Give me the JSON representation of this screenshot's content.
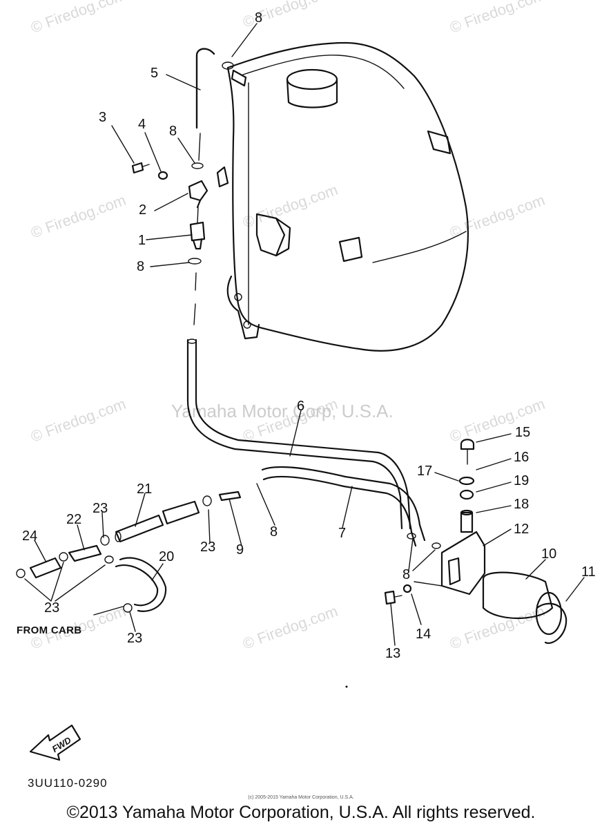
{
  "watermarks": {
    "site": "© Firedog.com",
    "brand": "Yamaha Motor Corp, U.S.A."
  },
  "callouts": [
    "1",
    "2",
    "3",
    "4",
    "5",
    "6",
    "7",
    "8",
    "9",
    "10",
    "11",
    "12",
    "13",
    "14",
    "15",
    "16",
    "17",
    "18",
    "19",
    "20",
    "21",
    "22",
    "23",
    "24"
  ],
  "from_carb": "FROM CARB",
  "fwd_label": "FWD",
  "diagram_code": "3UU110-0290",
  "tiny_notice": "(c) 2005-2015 Yamaha Motor Corporation, U.S.A.",
  "copyright": "©2013 Yamaha Motor Corporation, U.S.A. All rights reserved."
}
